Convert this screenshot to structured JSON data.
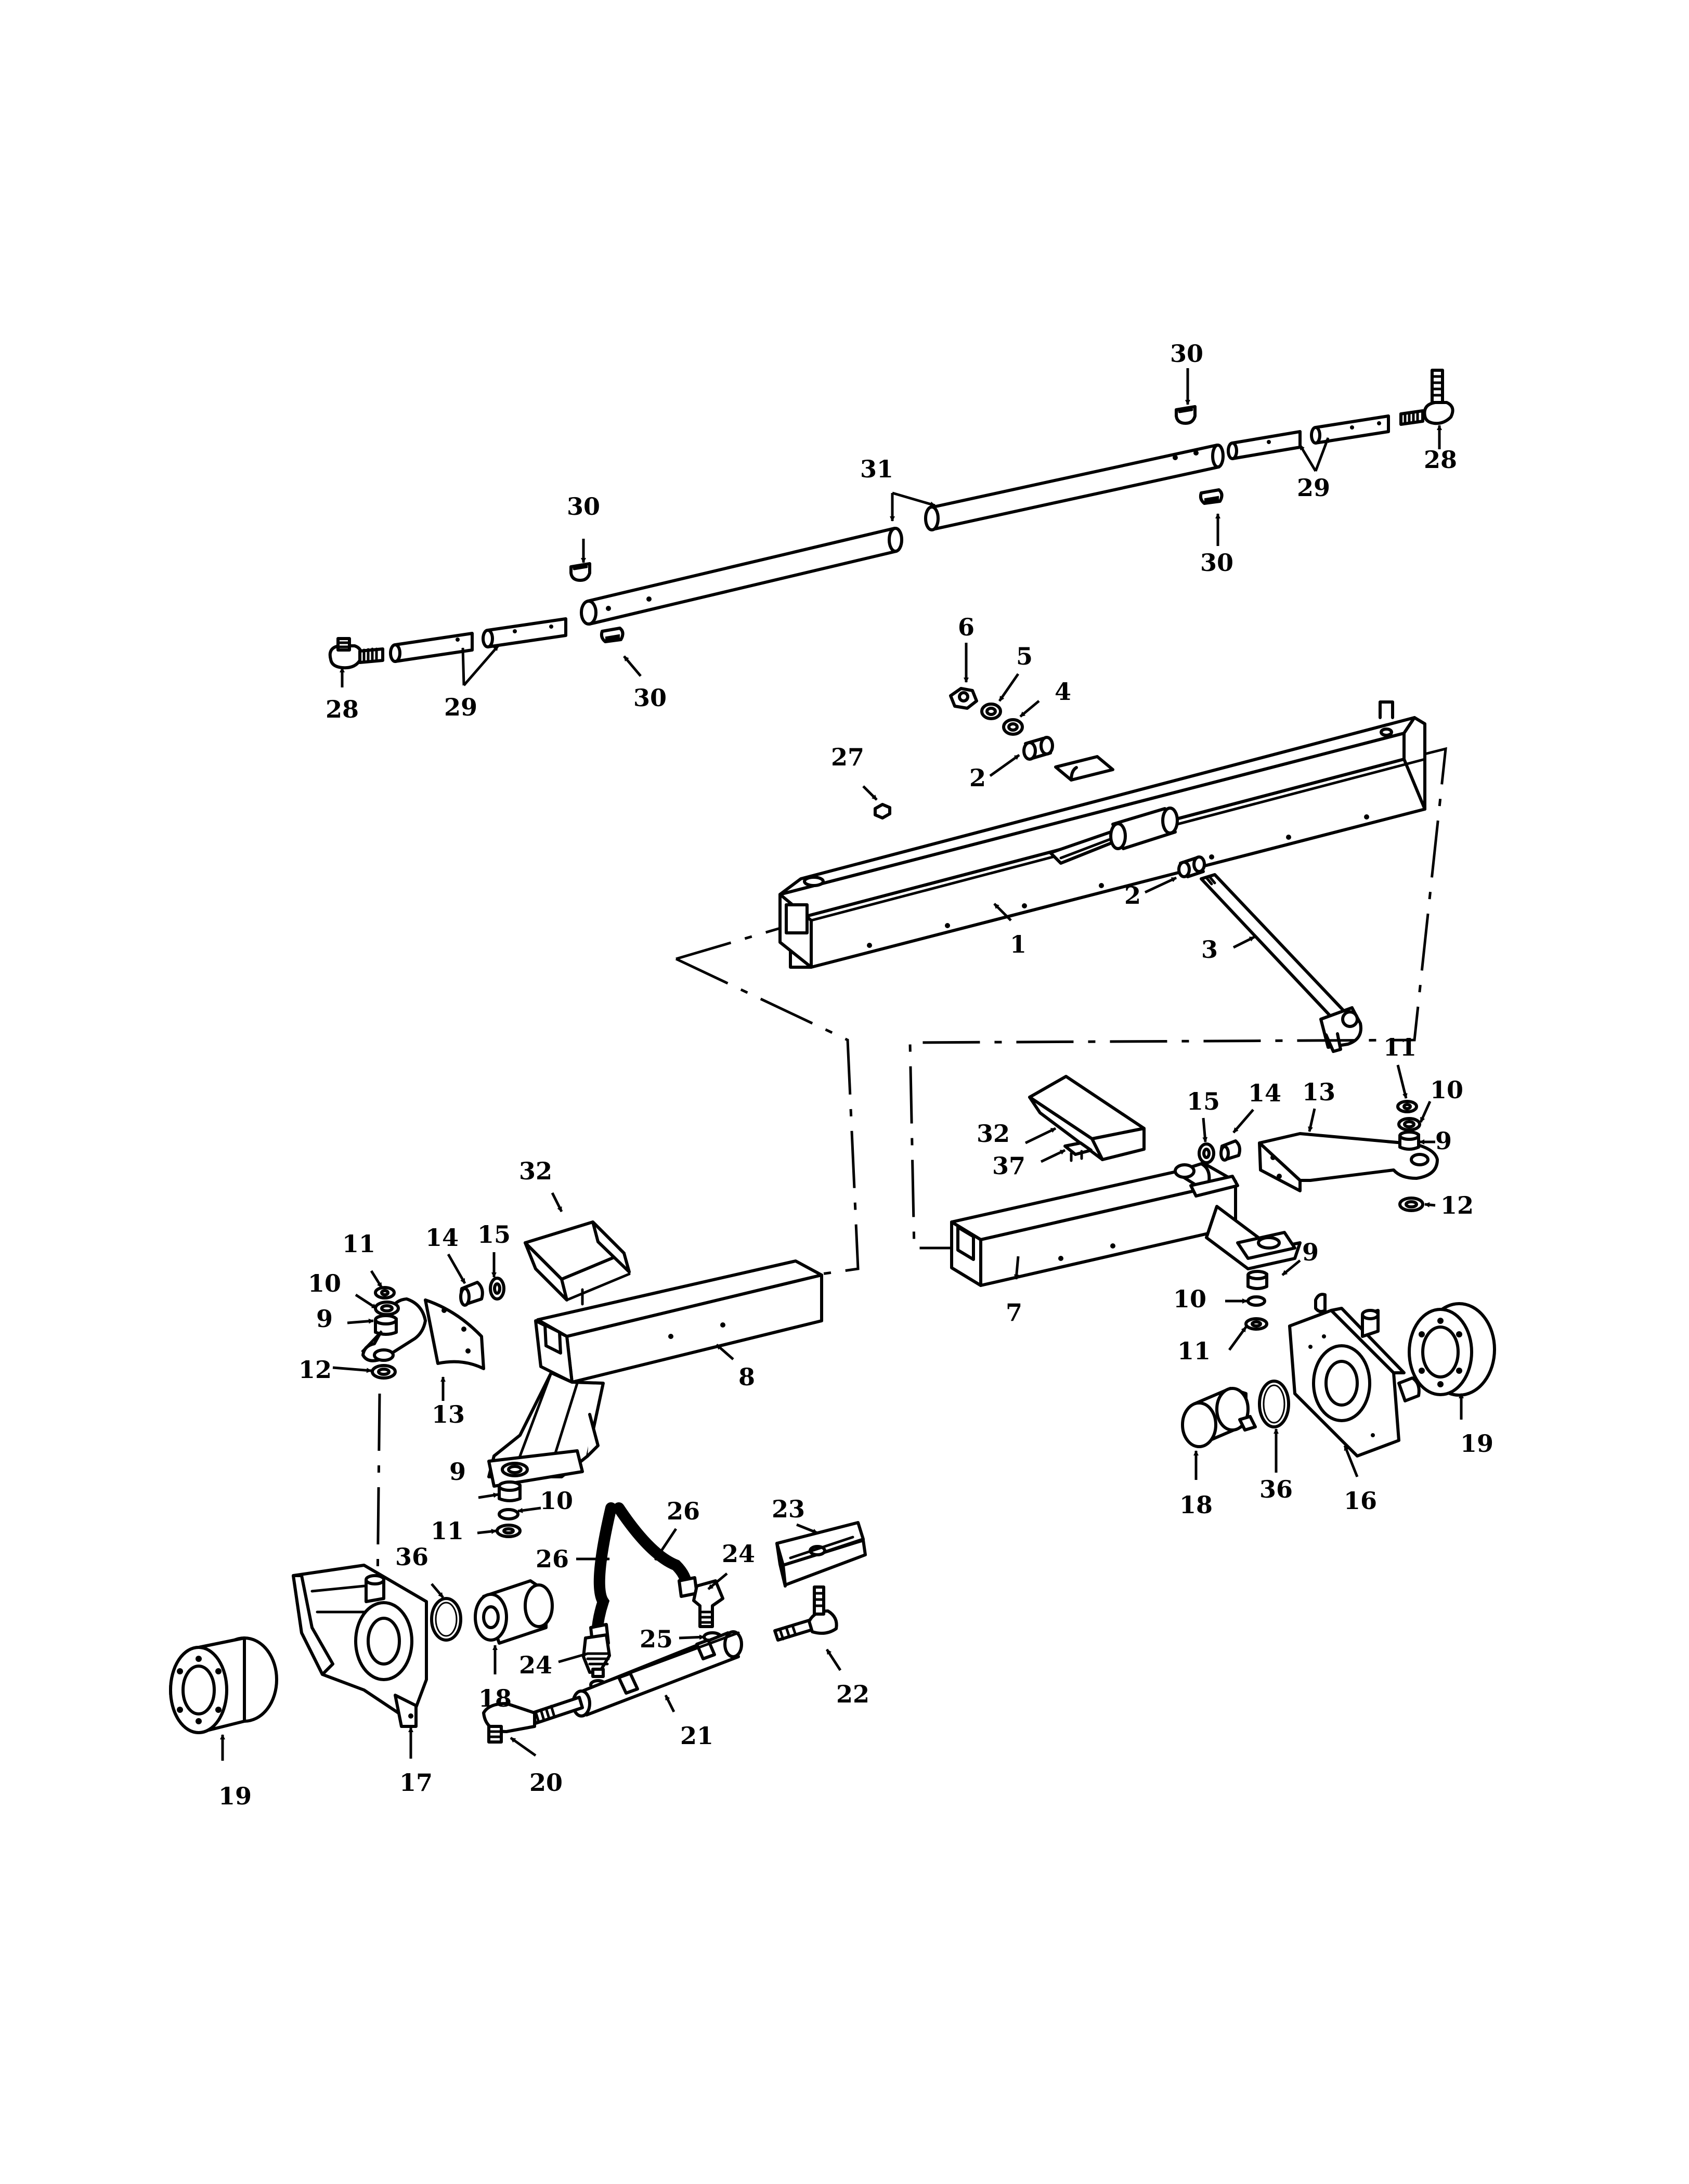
{
  "callouts": [
    {
      "id": "c1",
      "text": "1"
    },
    {
      "id": "c2a",
      "text": "2"
    },
    {
      "id": "c2b",
      "text": "2"
    },
    {
      "id": "c3",
      "text": "3"
    },
    {
      "id": "c4",
      "text": "4"
    },
    {
      "id": "c5",
      "text": "5"
    },
    {
      "id": "c6",
      "text": "6"
    },
    {
      "id": "c7",
      "text": "7"
    },
    {
      "id": "c8",
      "text": "8"
    },
    {
      "id": "c9L",
      "text": "9"
    },
    {
      "id": "c9Lb",
      "text": "9"
    },
    {
      "id": "c9Ra",
      "text": "9"
    },
    {
      "id": "c9Rb",
      "text": "9"
    },
    {
      "id": "c10L",
      "text": "10"
    },
    {
      "id": "c10Lb",
      "text": "10"
    },
    {
      "id": "c10Ra",
      "text": "10"
    },
    {
      "id": "c10Rb",
      "text": "10"
    },
    {
      "id": "c11L",
      "text": "11"
    },
    {
      "id": "c11Lb",
      "text": "11"
    },
    {
      "id": "c11Ra",
      "text": "11"
    },
    {
      "id": "c11Rb",
      "text": "11"
    },
    {
      "id": "c12L",
      "text": "12"
    },
    {
      "id": "c12R",
      "text": "12"
    },
    {
      "id": "c13L",
      "text": "13"
    },
    {
      "id": "c13R",
      "text": "13"
    },
    {
      "id": "c14L",
      "text": "14"
    },
    {
      "id": "c14R",
      "text": "14"
    },
    {
      "id": "c15L",
      "text": "15"
    },
    {
      "id": "c15R",
      "text": "15"
    },
    {
      "id": "c16",
      "text": "16"
    },
    {
      "id": "c17",
      "text": "17"
    },
    {
      "id": "c18L",
      "text": "18"
    },
    {
      "id": "c18R",
      "text": "18"
    },
    {
      "id": "c19L",
      "text": "19"
    },
    {
      "id": "c19R",
      "text": "19"
    },
    {
      "id": "c20",
      "text": "20"
    },
    {
      "id": "c21",
      "text": "21"
    },
    {
      "id": "c22",
      "text": "22"
    },
    {
      "id": "c23",
      "text": "23"
    },
    {
      "id": "c24a",
      "text": "24"
    },
    {
      "id": "c24b",
      "text": "24"
    },
    {
      "id": "c25",
      "text": "25"
    },
    {
      "id": "c26a",
      "text": "26"
    },
    {
      "id": "c26b",
      "text": "26"
    },
    {
      "id": "c27",
      "text": "27"
    },
    {
      "id": "c28L",
      "text": "28"
    },
    {
      "id": "c28R",
      "text": "28"
    },
    {
      "id": "c29L",
      "text": "29"
    },
    {
      "id": "c29R",
      "text": "29"
    },
    {
      "id": "c30a",
      "text": "30"
    },
    {
      "id": "c30b",
      "text": "30"
    },
    {
      "id": "c30c",
      "text": "30"
    },
    {
      "id": "c30d",
      "text": "30"
    },
    {
      "id": "c31",
      "text": "31"
    },
    {
      "id": "c32L",
      "text": "32"
    },
    {
      "id": "c32R",
      "text": "32"
    },
    {
      "id": "c36L",
      "text": "36"
    },
    {
      "id": "c36R",
      "text": "36"
    },
    {
      "id": "c37",
      "text": "37"
    }
  ]
}
